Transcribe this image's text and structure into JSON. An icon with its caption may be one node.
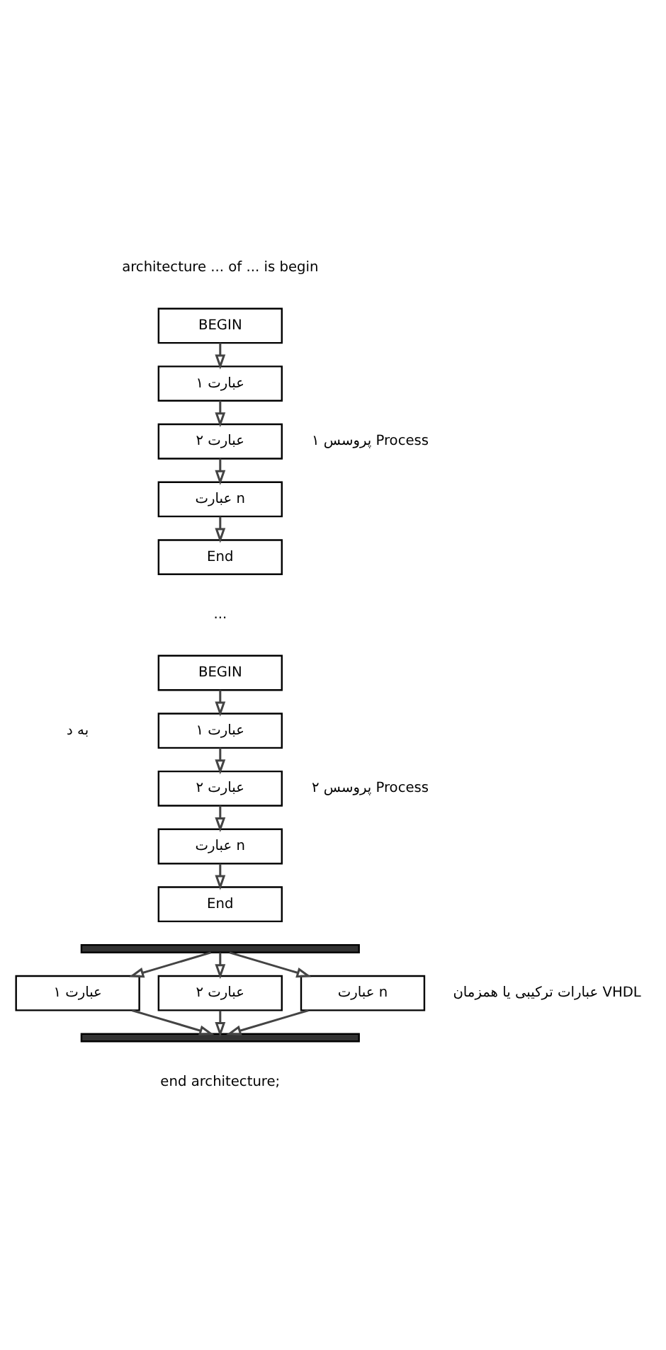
{
  "diagram": {
    "nodes": [
      {
        "text": [
          "BEGIN"
        ]
      },
      {
        "text": [
          "عبارت ۱"
        ]
      },
      {
        "text": [
          "عبارت ۲"
        ]
      },
      {
        "text": [
          "عبارت n"
        ]
      },
      {
        "text": [
          "End"
        ]
      },
      {
        "text": [
          "BEGIN"
        ]
      },
      {
        "text": [
          "عبارت ۱"
        ]
      },
      {
        "text": [
          "عبارت ۲"
        ]
      },
      {
        "text": [
          "عبارت n"
        ]
      },
      {
        "text": [
          "End"
        ]
      },
      {
        "text": [],
        "shape": "bar"
      },
      {
        "text": [
          "عبارت ۱"
        ]
      },
      {
        "text": [
          "عبارت ۲"
        ]
      },
      {
        "text": [
          "عبارت n"
        ]
      },
      {
        "text": [],
        "shape": "bar"
      }
    ],
    "edges": [
      {
        "from": 0,
        "to": 1,
        "arrow": "to"
      },
      {
        "from": 1,
        "to": 2,
        "arrow": "to"
      },
      {
        "from": 2,
        "to": 3,
        "arrow": "to"
      },
      {
        "from": 3,
        "to": 4,
        "arrow": "to"
      },
      {
        "from": 5,
        "to": 6,
        "arrow": "to"
      },
      {
        "from": 6,
        "to": 7,
        "arrow": "to"
      },
      {
        "from": 7,
        "to": 8,
        "arrow": "to"
      },
      {
        "from": 8,
        "to": 9,
        "arrow": "to"
      },
      {
        "from": 10,
        "to": 11,
        "arrow": "to"
      },
      {
        "from": 10,
        "to": 12,
        "arrow": "to"
      },
      {
        "from": 10,
        "to": 13,
        "arrow": "to"
      },
      {
        "from": 11,
        "to": 14,
        "arrow": "to"
      },
      {
        "from": 12,
        "to": 14,
        "arrow": "to"
      },
      {
        "from": 13,
        "to": 14,
        "arrow": "to"
      }
    ],
    "labels": [
      "architecture ... of ... is begin",
      "پروسس ۱ Process",
      "...",
      "به د",
      "پروسس ۲ Process",
      "عبارات ترکیبی یا همزمان VHDL",
      "end architecture;"
    ]
  }
}
